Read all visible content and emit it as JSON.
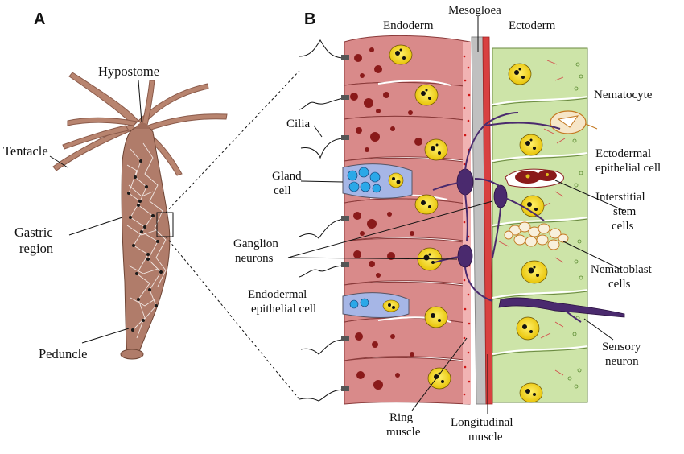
{
  "panels": {
    "a": "A",
    "b": "B"
  },
  "panel_a_labels": {
    "hypostome": "Hypostome",
    "tentacle": "Tentacle",
    "gastric_1": "Gastric",
    "gastric_2": "region",
    "peduncle": "Peduncle"
  },
  "panel_b_labels": {
    "endoderm": "Endoderm",
    "mesogloea": "Mesogloea",
    "ectoderm": "Ectoderm",
    "cilia": "Cilia",
    "gland_1": "Gland",
    "gland_2": "cell",
    "ganglion_1": "Ganglion",
    "ganglion_2": "neurons",
    "endo_epi_1": "Endodermal",
    "endo_epi_2": "epithelial cell",
    "nematocyte": "Nematocyte",
    "ecto_epi_1": "Ectodermal",
    "ecto_epi_2": "epithelial cell",
    "interstitial_1": "Interstitial",
    "interstitial_2": "stem",
    "interstitial_3": "cells",
    "nematoblast_1": "Nematoblast",
    "nematoblast_2": "cells",
    "sensory_1": "Sensory",
    "sensory_2": "neuron",
    "ring_1": "Ring",
    "ring_2": "muscle",
    "long_1": "Longitudinal",
    "long_2": "muscle"
  },
  "colors": {
    "endoderm_fill": "#d98a8a",
    "endoderm_cell": "#e9a3a3",
    "ectoderm_fill": "#cde4a8",
    "mesogloea": "#c0c0c0",
    "nucleus": "#f2d21a",
    "neuron": "#4a2a6e",
    "hydra_body": "#b07c6a"
  }
}
